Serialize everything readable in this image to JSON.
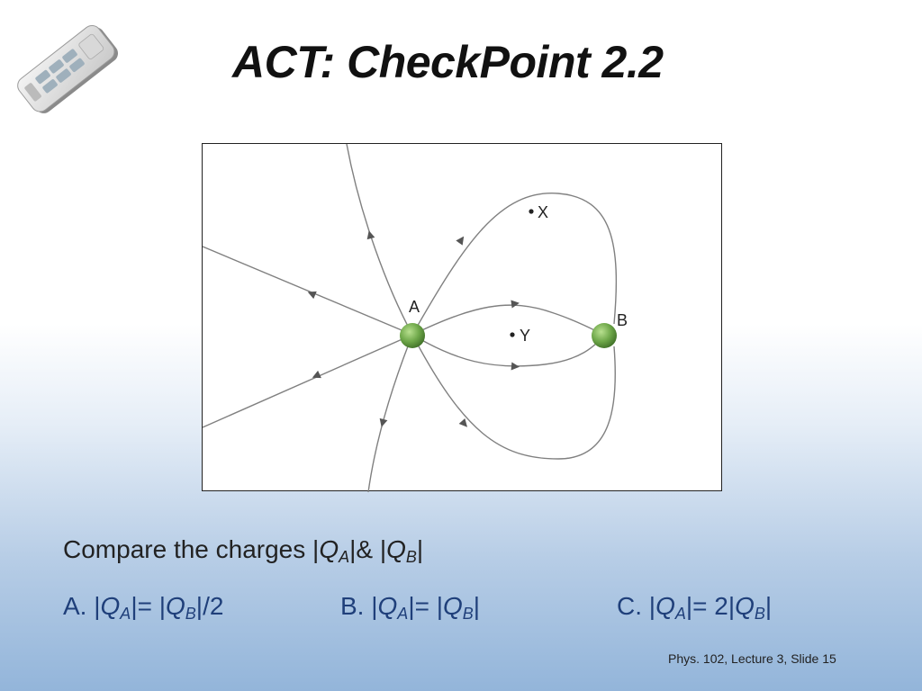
{
  "slide": {
    "title": "ACT: CheckPoint 2.2",
    "footer": "Phys. 102, Lecture 3, Slide 15"
  },
  "figure": {
    "labels": {
      "charge_a": "A",
      "charge_b": "B",
      "point_x": "X",
      "point_y": "Y"
    },
    "colors": {
      "charge": "#6fa84a",
      "field_line": "#808080"
    }
  },
  "question": {
    "text": "Compare the charges |",
    "q": "Q",
    "sub_a": "A",
    "middle": "|& |",
    "sub_b": "B",
    "end": "|"
  },
  "answers": [
    {
      "prefix": "A. |",
      "q1": "Q",
      "s1": "A",
      "mid": "|= |",
      "q2": "Q",
      "s2": "B",
      "end": "|/2"
    },
    {
      "prefix": "B. |",
      "q1": "Q",
      "s1": "A",
      "mid": "|= |",
      "q2": "Q",
      "s2": "B",
      "end": "|"
    },
    {
      "prefix": "C. |",
      "q1": "Q",
      "s1": "A",
      "mid": "|= 2|",
      "q2": "Q",
      "s2": "B",
      "end": "|"
    }
  ]
}
